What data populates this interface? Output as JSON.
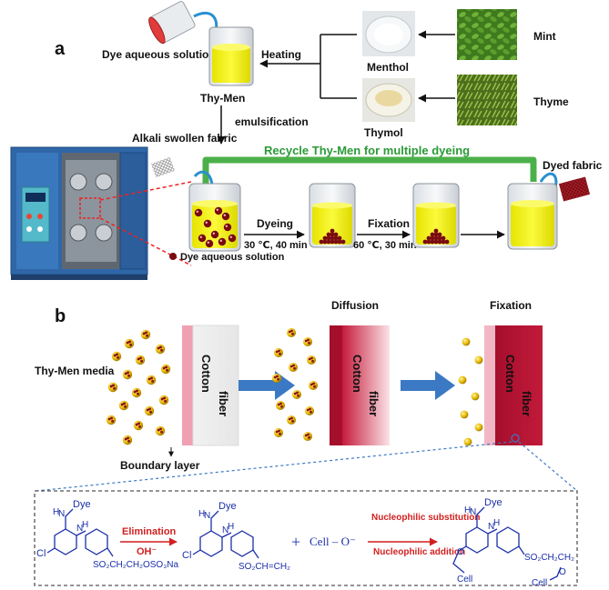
{
  "panel_a": {
    "label": "a",
    "dye_aqueous_solution": "Dye aqueous solution",
    "heating": "Heating",
    "menthol": "Menthol",
    "mint": "Mint",
    "thymol": "Thymol",
    "thyme": "Thyme",
    "thy_men": "Thy-Men",
    "emulsification": "emulsification",
    "alkali_swollen_fabric": "Alkali swollen fabric",
    "recycle": "Recycle Thy-Men for multiple dyeing",
    "dyed_fabric": "Dyed fabric",
    "dyeing": "Dyeing",
    "dyeing_conditions": "30 ℃, 40 min",
    "fixation": "Fixation",
    "fixation_conditions": "60 ℃, 30 min",
    "legend_dye_solution": "Dye aqueous solution"
  },
  "panel_b": {
    "label": "b",
    "thy_men_media": "Thy-Men media",
    "cotton": "Cotton",
    "fiber": "fiber",
    "boundary_layer": "Boundary layer",
    "diffusion": "Diffusion",
    "fixation": "Fixation"
  },
  "reaction": {
    "dye": "Dye",
    "n": "N",
    "h": "H",
    "cl": "Cl",
    "sulfonyl_ester": "SO₂CH₂CH₂OSO₃Na",
    "vinyl_sulfone": "SO₂CH=CH₂",
    "elimination": "Elimination",
    "oh": "OH⁻",
    "plus": "+",
    "cell_o": "Cell – O⁻",
    "nucleophilic_substitution": "Nucleophilic substitution",
    "nucleophilic_addition": "Nucleophilic addition",
    "o": "O",
    "cell": "Cell",
    "product_chain": "SO₂CH₂CH₂"
  },
  "colors": {
    "dye_red": "#7a0a12",
    "liquid_yellow": "#f4f21a",
    "fiber_dark": "#b0102e",
    "arrow_blue": "#3c79c4",
    "chem_blue": "#1a2fa8",
    "accent_red": "#d21f1f",
    "green": "#2a9a36"
  }
}
